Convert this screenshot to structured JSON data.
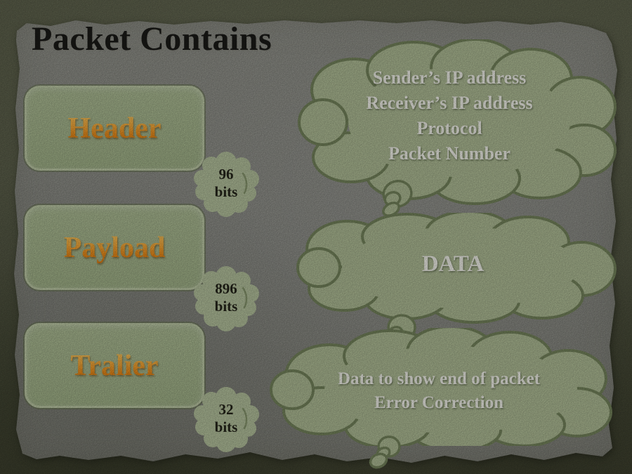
{
  "title": "Packet Contains",
  "boxes": [
    {
      "label": "Header"
    },
    {
      "label": "Payload"
    },
    {
      "label": "Tralier"
    }
  ],
  "bit_clouds": [
    {
      "value": "96",
      "unit": "bits"
    },
    {
      "value": "896",
      "unit": "bits"
    },
    {
      "value": "32",
      "unit": "bits"
    }
  ],
  "thought_clouds": [
    {
      "lines": [
        "Sender’s IP address",
        "Receiver’s IP address",
        "Protocol",
        "Packet Number"
      ]
    },
    {
      "lines": [
        "DATA"
      ]
    },
    {
      "lines": [
        "Data to show end of packet",
        "Error Correction"
      ]
    }
  ],
  "colors": {
    "background_olive": "#5d614c",
    "paper_gray": "#90918a",
    "shape_sage": "#b3c199",
    "cloud_outline": "#78885f",
    "accent_orange": "#f09020",
    "title_text": "#1b1b18",
    "cloud_text": "#f9f9f1",
    "bit_text": "#26261b"
  }
}
